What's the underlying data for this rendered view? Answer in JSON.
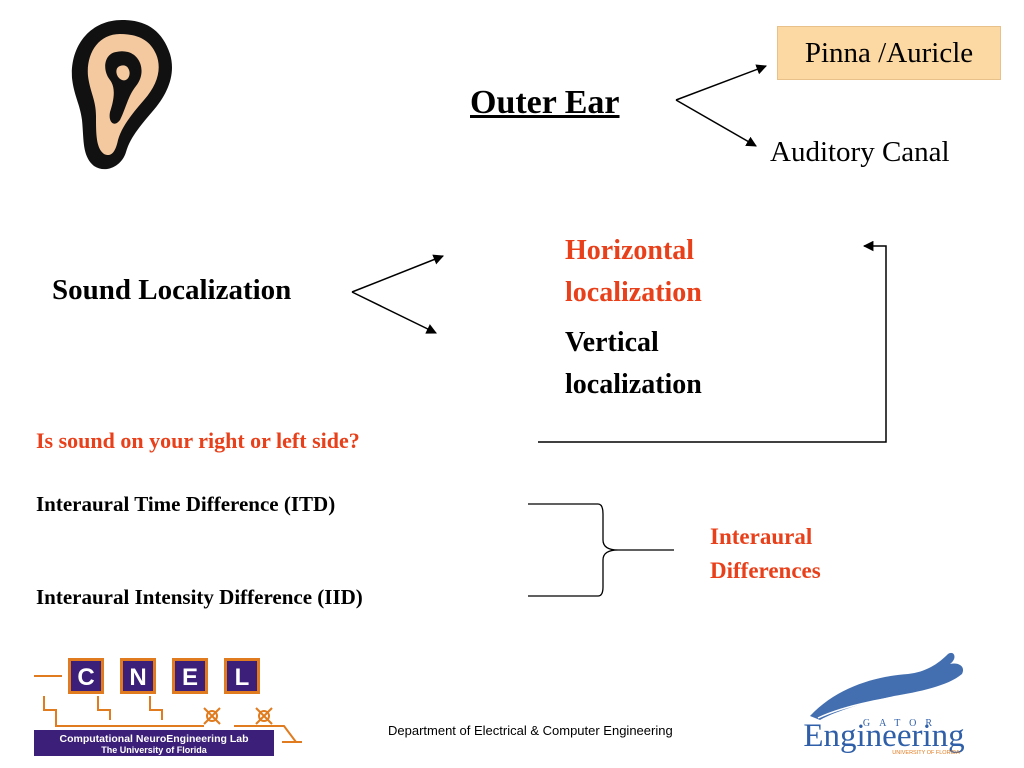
{
  "title": "Outer Ear",
  "outer_ear_branches": [
    "Pinna /Auricle",
    "Auditory Canal"
  ],
  "sound_localization": {
    "label": "Sound Localization",
    "branches": [
      "Horizontal localization",
      "Vertical localization"
    ]
  },
  "question": "Is sound on your right or left side?",
  "interaural": {
    "items": [
      "Interaural Time Difference (ITD)",
      "Interaural Intensity Difference (IID)"
    ],
    "group_label": "Interaural Differences"
  },
  "footer": {
    "department": "Department of Electrical & Computer Engineering",
    "lab_logo": {
      "letters": [
        "C",
        "N",
        "E",
        "L"
      ],
      "name": "Computational NeuroEngineering Lab",
      "university": "The University of Florida"
    },
    "gator_logo": {
      "word": "Engineering",
      "arc_text": "GATOR",
      "sub": "UNIVERSITY OF FLORIDA"
    }
  },
  "colors": {
    "accent_red": "#e8401a",
    "pinna_box": "#fcd9a2",
    "ear_skin": "#f5c9a0",
    "cnel_purple": "#3b1f78",
    "cnel_orange": "#e07b1f",
    "gator_blue": "#2f5fa8"
  },
  "icons": [
    "ear-icon"
  ]
}
